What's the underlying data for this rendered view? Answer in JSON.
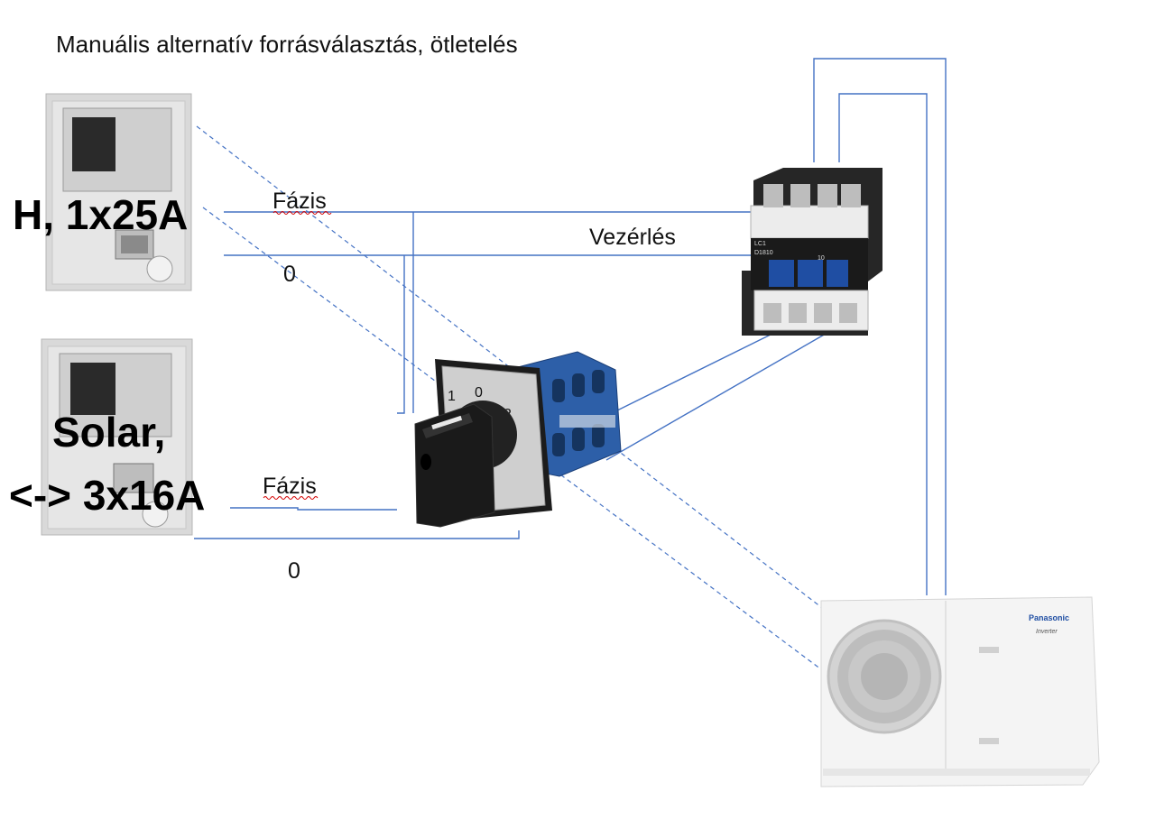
{
  "title": "Manuális alternatív forrásválasztás, ötletelés",
  "labels": {
    "meter1": "H, 1x25A",
    "meter2_line1": "Solar,",
    "meter2_line2": "<-> 3x16A",
    "phase1": "Fázis",
    "neutral1": "0",
    "control": "Vezérlés",
    "phase2": "Fázis",
    "neutral2": "0"
  },
  "switch_positions": [
    "1",
    "0",
    "2"
  ],
  "devices": {
    "contactor_tag1": "LC1",
    "contactor_tag2": "D1810",
    "contactor_tag3": "10",
    "heatpump_brand": "Panasonic",
    "heatpump_sub": "Inverter"
  },
  "colors": {
    "wire": "#4472c4",
    "switch_blue": "#2d5fa8",
    "contactor_blue": "#1f4ea3"
  }
}
